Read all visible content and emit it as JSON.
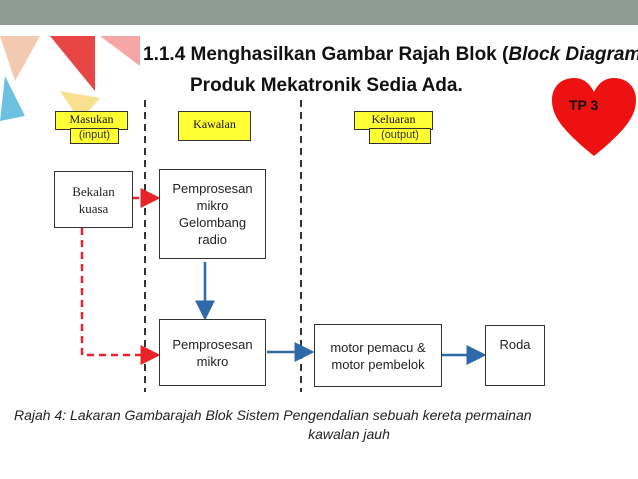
{
  "title": {
    "line1_prefix": "1.1.4 Menghasilkan Gambar Rajah Blok (",
    "line1_italic": "Block Diagram",
    "line1_suffix": ")",
    "line2": "Produk Mekatronik  Sedia Ada."
  },
  "badge": {
    "label": "TP 3",
    "color": "#ee1111"
  },
  "columns": [
    {
      "label": "Masukan",
      "sub": "(input)"
    },
    {
      "label": "Kawalan"
    },
    {
      "label": "Keluaran",
      "sub": "(output)"
    }
  ],
  "blocks": {
    "bekalan": "Bekalan\nkuasa",
    "pemproses_radio": "Pemprosesan\nmikro\nGelombang\nradio",
    "pemproses_mikro": "Pemprosesan\nmikro",
    "motor": "motor pemacu &\nmotor pembelok",
    "roda": "Roda"
  },
  "caption": {
    "line1": "Rajah 4: Lakaran Gambarajah Blok Sistem Pengendalian sebuah kereta permainan",
    "line2": "kawalan jauh"
  },
  "colors": {
    "accent_red": "#e8242a",
    "arrow_blue": "#2f6aa8",
    "header_yellow": "#ffff33",
    "topbar": "#8e9a94"
  }
}
